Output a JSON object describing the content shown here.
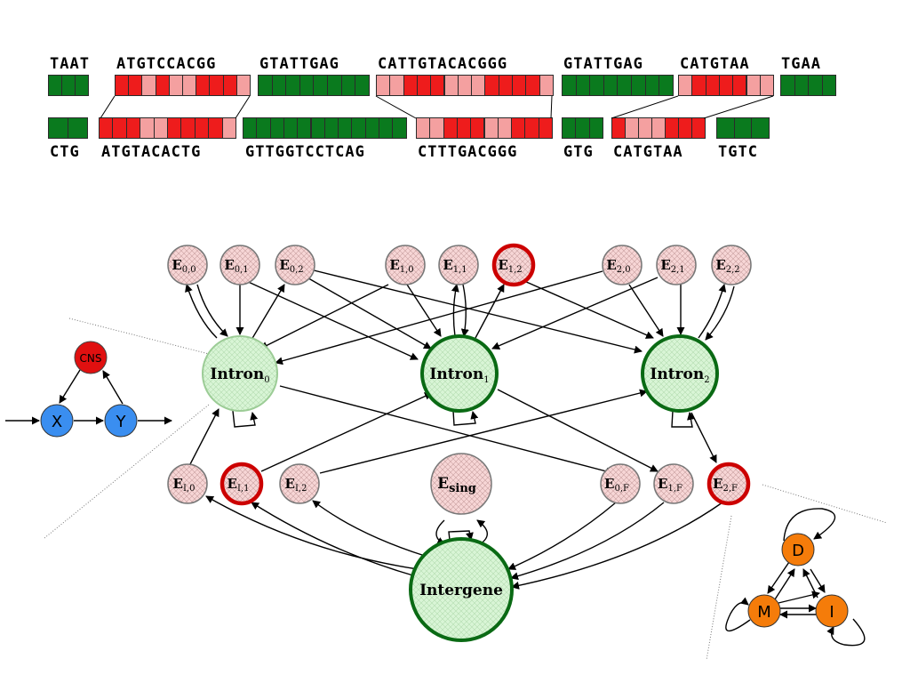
{
  "alignment": {
    "top_groups": [
      {
        "label": "TAAT",
        "cells": [
          "g",
          "g",
          "g"
        ]
      },
      {
        "label": "ATGTCCACGG",
        "cells": [
          "r",
          "r",
          "p",
          "r",
          "p",
          "p",
          "r",
          "r",
          "r",
          "p"
        ]
      },
      {
        "label": "GTATTGAG",
        "cells": [
          "g",
          "g",
          "g",
          "g",
          "g",
          "g",
          "g",
          "g"
        ]
      },
      {
        "label": "CATTGTACACGGG",
        "cells": [
          "p",
          "p",
          "r",
          "r",
          "r",
          "p",
          "p",
          "p",
          "r",
          "r",
          "r",
          "r",
          "p"
        ]
      },
      {
        "label": "GTATTGAG",
        "cells": [
          "g",
          "g",
          "g",
          "g",
          "g",
          "g",
          "g",
          "g"
        ]
      },
      {
        "label": "CATGTAA",
        "cells": [
          "p",
          "r",
          "r",
          "r",
          "r",
          "p",
          "p"
        ]
      },
      {
        "label": "TGAA",
        "cells": [
          "g",
          "g",
          "g",
          "g"
        ]
      }
    ],
    "bottom_groups": [
      {
        "label": "CTG",
        "cells": [
          "g",
          "g"
        ]
      },
      {
        "label": "ATGTACACTG",
        "cells": [
          "r",
          "r",
          "r",
          "p",
          "p",
          "r",
          "r",
          "r",
          "r",
          "p"
        ]
      },
      {
        "label": "GTTGGTCCTCAG",
        "cells": [
          "g",
          "g",
          "g",
          "g",
          "g",
          "g",
          "g",
          "g",
          "g",
          "g",
          "g",
          "g"
        ]
      },
      {
        "label": "CTTTGACGGG",
        "cells": [
          "p",
          "p",
          "r",
          "r",
          "r",
          "p",
          "p",
          "r",
          "r",
          "r"
        ]
      },
      {
        "label": "GTG",
        "cells": [
          "g",
          "g",
          "g"
        ]
      },
      {
        "label": "CATGTAA",
        "cells": [
          "r",
          "p",
          "p",
          "p",
          "r",
          "r",
          "r"
        ]
      },
      {
        "label": "TGTC",
        "cells": [
          "g",
          "g",
          "g"
        ]
      }
    ],
    "colors": {
      "g": "#0a7a1e",
      "r": "#ee1c1c",
      "p": "#f4a0a0"
    }
  },
  "hmm": {
    "exon_top": [
      {
        "base": "E",
        "sub": "0,0"
      },
      {
        "base": "E",
        "sub": "0,1"
      },
      {
        "base": "E",
        "sub": "0,2"
      },
      {
        "base": "E",
        "sub": "1,0"
      },
      {
        "base": "E",
        "sub": "1,1"
      },
      {
        "base": "E",
        "sub": "1,2"
      },
      {
        "base": "E",
        "sub": "2,0"
      },
      {
        "base": "E",
        "sub": "2,1"
      },
      {
        "base": "E",
        "sub": "2,2"
      }
    ],
    "exon_bottom": [
      {
        "base": "E",
        "sub": "I,0"
      },
      {
        "base": "E",
        "sub": "I,1"
      },
      {
        "base": "E",
        "sub": "I,2"
      },
      {
        "base": "E",
        "sub": "0,F"
      },
      {
        "base": "E",
        "sub": "1,F"
      },
      {
        "base": "E",
        "sub": "2,F"
      }
    ],
    "introns": [
      {
        "base": "Intron",
        "sub": "0"
      },
      {
        "base": "Intron",
        "sub": "1"
      },
      {
        "base": "Intron",
        "sub": "2"
      }
    ],
    "single": {
      "base": "E",
      "sub": "sing"
    },
    "intergene": "Intergene"
  },
  "cns_graph": {
    "cns": "CNS",
    "x": "X",
    "y": "Y"
  },
  "dmi_graph": {
    "d": "D",
    "m": "M",
    "i": "I"
  },
  "colors": {
    "green_fill": "#d6f5d6",
    "green_stroke": "#0a6a14",
    "red_ring": "#cc0000",
    "exon_fill": "#f4d0d0",
    "blue_node": "#3a8ef0",
    "orange_node": "#f57c0a",
    "cns_node": "#e01010"
  }
}
